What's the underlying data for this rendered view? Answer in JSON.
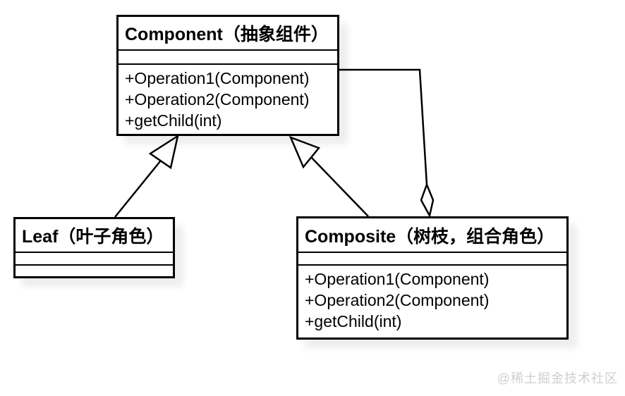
{
  "diagram": {
    "type": "uml-class-diagram",
    "pattern": "Composite",
    "classes": {
      "component": {
        "title": "Component（抽象组件）",
        "attributes": [],
        "methods": [
          "+Operation1(Component)",
          "+Operation2(Component)",
          "+getChild(int)"
        ]
      },
      "leaf": {
        "title": "Leaf（叶子角色）",
        "attributes": [],
        "methods": []
      },
      "composite": {
        "title": "Composite（树枝，组合角色）",
        "attributes": [],
        "methods": [
          "+Operation1(Component)",
          "+Operation2(Component)",
          "+getChild(int)"
        ]
      }
    },
    "relations": [
      {
        "type": "generalization",
        "from": "Leaf",
        "to": "Component",
        "marker": "hollow-triangle"
      },
      {
        "type": "generalization",
        "from": "Composite",
        "to": "Component",
        "marker": "hollow-triangle"
      },
      {
        "type": "aggregation",
        "from": "Component",
        "to": "Composite",
        "marker": "hollow-diamond"
      }
    ],
    "colors": {
      "line": "#000000",
      "background": "#ffffff",
      "watermark": "#cfcfcf"
    },
    "watermark": "@稀土掘金技术社区"
  }
}
